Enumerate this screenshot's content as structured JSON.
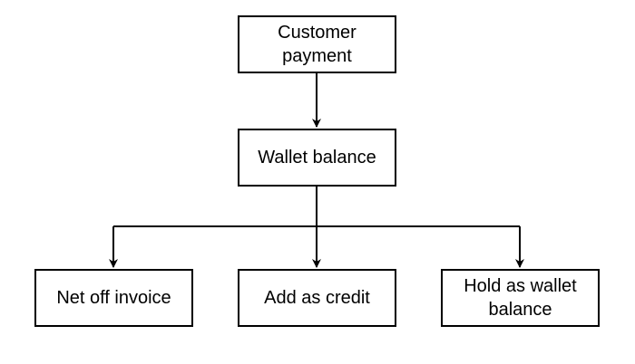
{
  "diagram": {
    "nodes": {
      "customer_payment": {
        "line1": "Customer",
        "line2": "payment"
      },
      "wallet_balance": {
        "label": "Wallet balance"
      },
      "net_off_invoice": {
        "label": "Net off invoice"
      },
      "add_as_credit": {
        "label": "Add as credit"
      },
      "hold_as_wallet_balance": {
        "line1": "Hold as wallet",
        "line2": "balance"
      }
    },
    "edges": [
      {
        "from": "customer_payment",
        "to": "wallet_balance"
      },
      {
        "from": "wallet_balance",
        "to": "net_off_invoice"
      },
      {
        "from": "wallet_balance",
        "to": "add_as_credit"
      },
      {
        "from": "wallet_balance",
        "to": "hold_as_wallet_balance"
      }
    ],
    "colors": {
      "stroke": "#000000",
      "fill": "#ffffff",
      "text": "#000000"
    }
  }
}
